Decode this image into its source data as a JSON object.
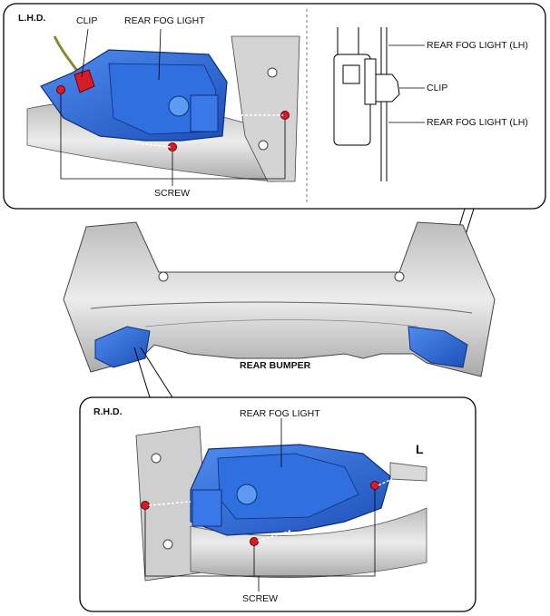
{
  "lhd": {
    "title": "L.H.D.",
    "clip": "CLIP",
    "fog_light": "REAR FOG LIGHT",
    "screw": "SCREW"
  },
  "detail": {
    "fog_light_top": "REAR FOG LIGHT (LH)",
    "clip": "CLIP",
    "fog_light_bottom": "REAR FOG LIGHT (LH)"
  },
  "bumper": {
    "label": "REAR BUMPER"
  },
  "rhd": {
    "title": "R.H.D.",
    "fog_light": "REAR FOG LIGHT",
    "screw": "SCREW"
  },
  "colors": {
    "fog_light_blue": "#2f6fe0",
    "fog_light_dark": "#1a3f9a",
    "screw_red": "#d81b2a",
    "bumper_gray": "#d9d9d9"
  }
}
